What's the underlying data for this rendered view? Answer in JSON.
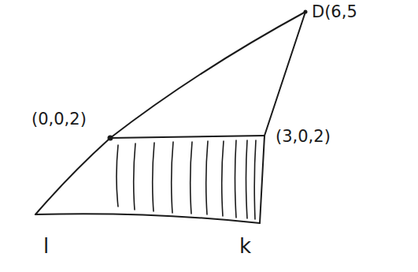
{
  "diagram": {
    "labels": [
      "D(6,5",
      "(0,0,2)",
      "(3,0,2)",
      "l",
      "k"
    ]
  }
}
